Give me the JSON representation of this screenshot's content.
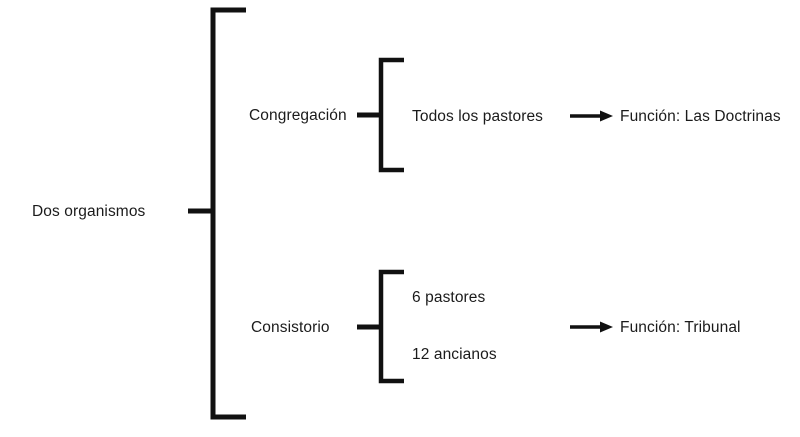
{
  "diagram": {
    "type": "organizational-bracket-tree",
    "language": "es",
    "background_color": "#ffffff",
    "line_color": "#111111",
    "text_color": "#1b1b1b",
    "root": {
      "label": "Dos organismos"
    },
    "branches": [
      {
        "label": "Congregación",
        "leaves": [
          {
            "label": "Todos los pastores"
          }
        ],
        "function": {
          "arrow": "arrow-right",
          "label": "Función: Las Doctrinas"
        }
      },
      {
        "label": "Consistorio",
        "leaves": [
          {
            "label": "6 pastores"
          },
          {
            "label": "12 ancianos"
          }
        ],
        "function": {
          "arrow": "arrow-right",
          "label": "Función: Tribunal"
        }
      }
    ]
  }
}
